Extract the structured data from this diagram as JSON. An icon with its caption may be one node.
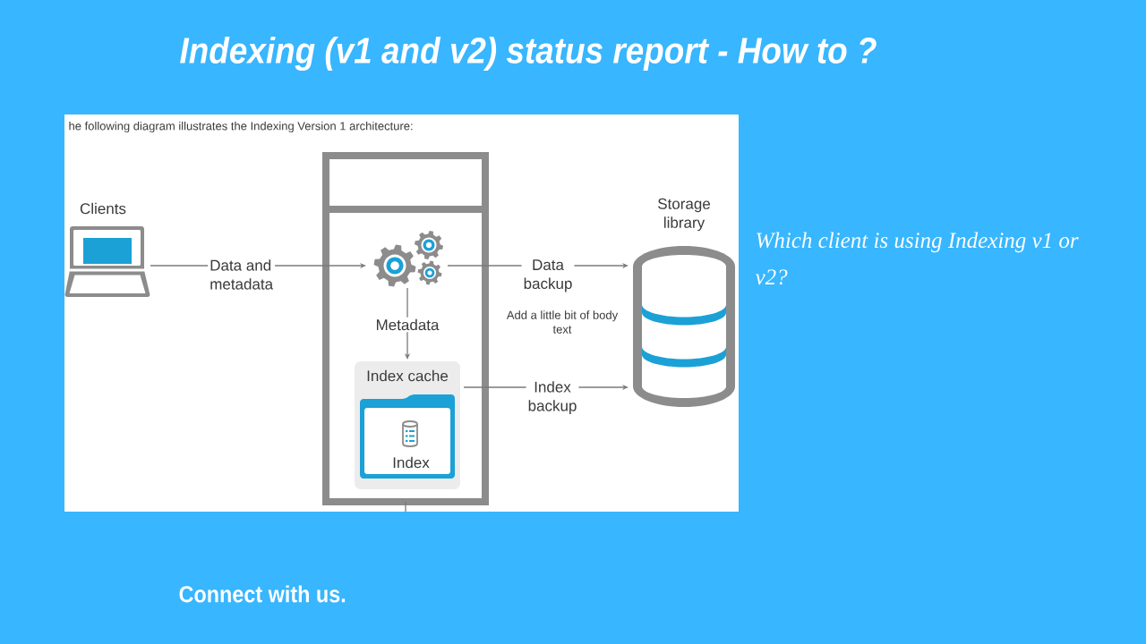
{
  "diagram": {
    "title": "Indexing (v1 and v2) status report - How to ?",
    "nodes": [
      {
        "text": [
          "Clients"
        ]
      },
      {
        "text": [],
        "shape": "box"
      },
      {
        "text": [],
        "shape": "picture",
        "in": 1
      },
      {
        "text": [
          "Index cache"
        ],
        "in": 1
      },
      {
        "text": [
          "Index"
        ],
        "in": 3
      },
      {
        "text": [
          "Storage library"
        ]
      }
    ],
    "edges": [
      {
        "from": 0,
        "to": 2,
        "arrow": "to",
        "label": "Data and metadata"
      },
      {
        "from": 2,
        "to": 3,
        "arrow": "to",
        "label": "Metadata"
      },
      {
        "from": 2,
        "to": 5,
        "arrow": "to",
        "label": "Data backup"
      },
      {
        "from": 3,
        "to": 5,
        "arrow": "to",
        "label": "Index backup"
      },
      {
        "from": 1,
        "to": null,
        "arrow": "none"
      }
    ],
    "labels": [
      "he following diagram illustrates the Indexing Version 1 architecture:",
      "Add a little bit of body text",
      "Which client is using Indexing v1 or v2?",
      "Connect with us."
    ]
  }
}
